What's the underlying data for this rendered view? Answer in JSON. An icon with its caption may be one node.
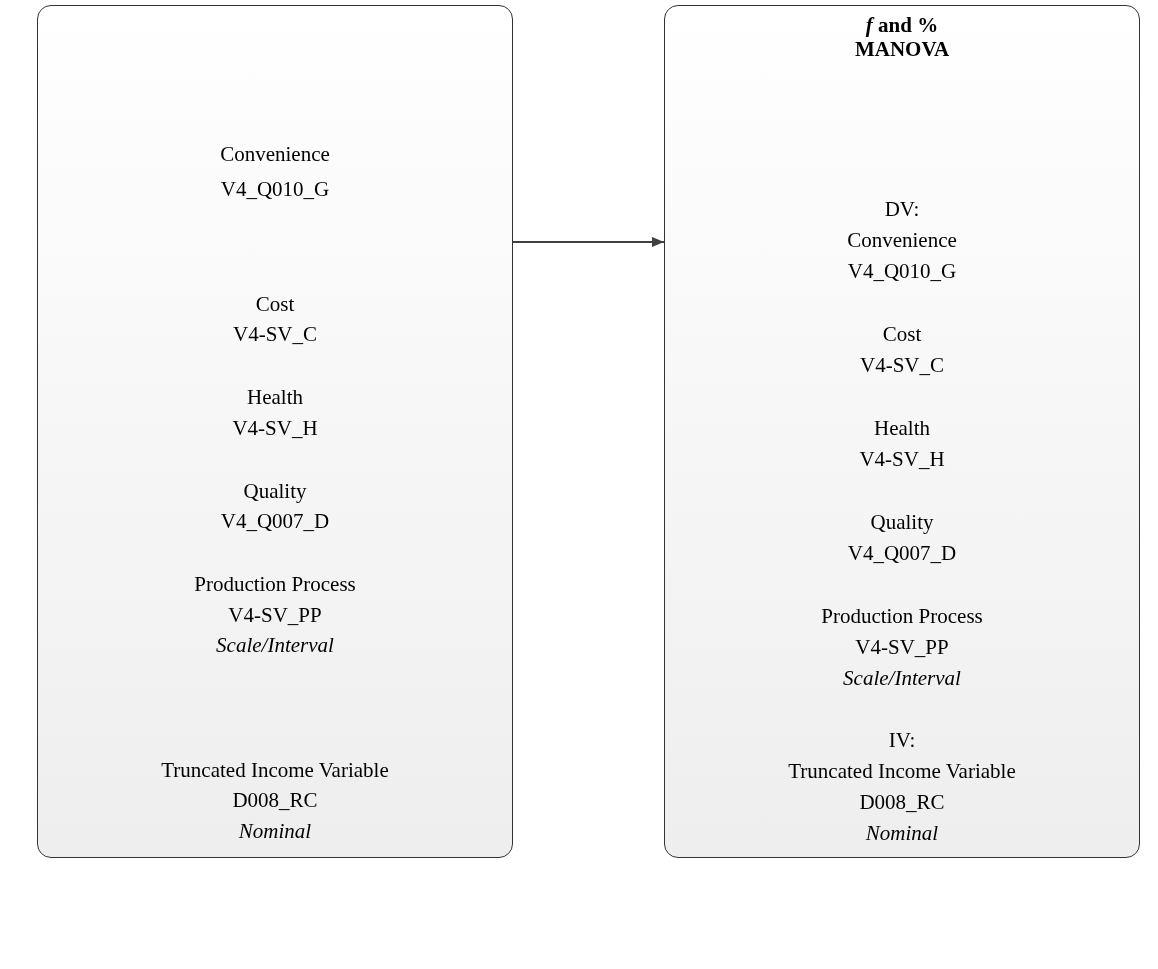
{
  "diagram": {
    "nodes": [
      {
        "text": [
          "Convenience",
          "V4_Q010_G",
          "Cost",
          "V4-SV_C",
          "Health",
          "V4-SV_H",
          "Quality",
          "V4_Q007_D",
          "Production Process",
          "V4-SV_PP",
          "*Scale/Interval*",
          "Truncated Income Variable",
          "D008_RC",
          "*Nominal*"
        ]
      },
      {
        "text": [
          "*f* and %",
          "MANOVA",
          "DV:",
          "Convenience",
          "V4_Q010_G",
          "Cost",
          "V4-SV_C",
          "Health",
          "V4-SV_H",
          "Quality",
          "V4_Q007_D",
          "Production Process",
          "V4-SV_PP",
          "*Scale/Interval*",
          "IV:",
          "Truncated Income Variable",
          "D008_RC",
          "*Nominal*"
        ]
      }
    ],
    "edges": [
      {
        "from": 0,
        "to": 1,
        "arrow": "to"
      }
    ]
  }
}
